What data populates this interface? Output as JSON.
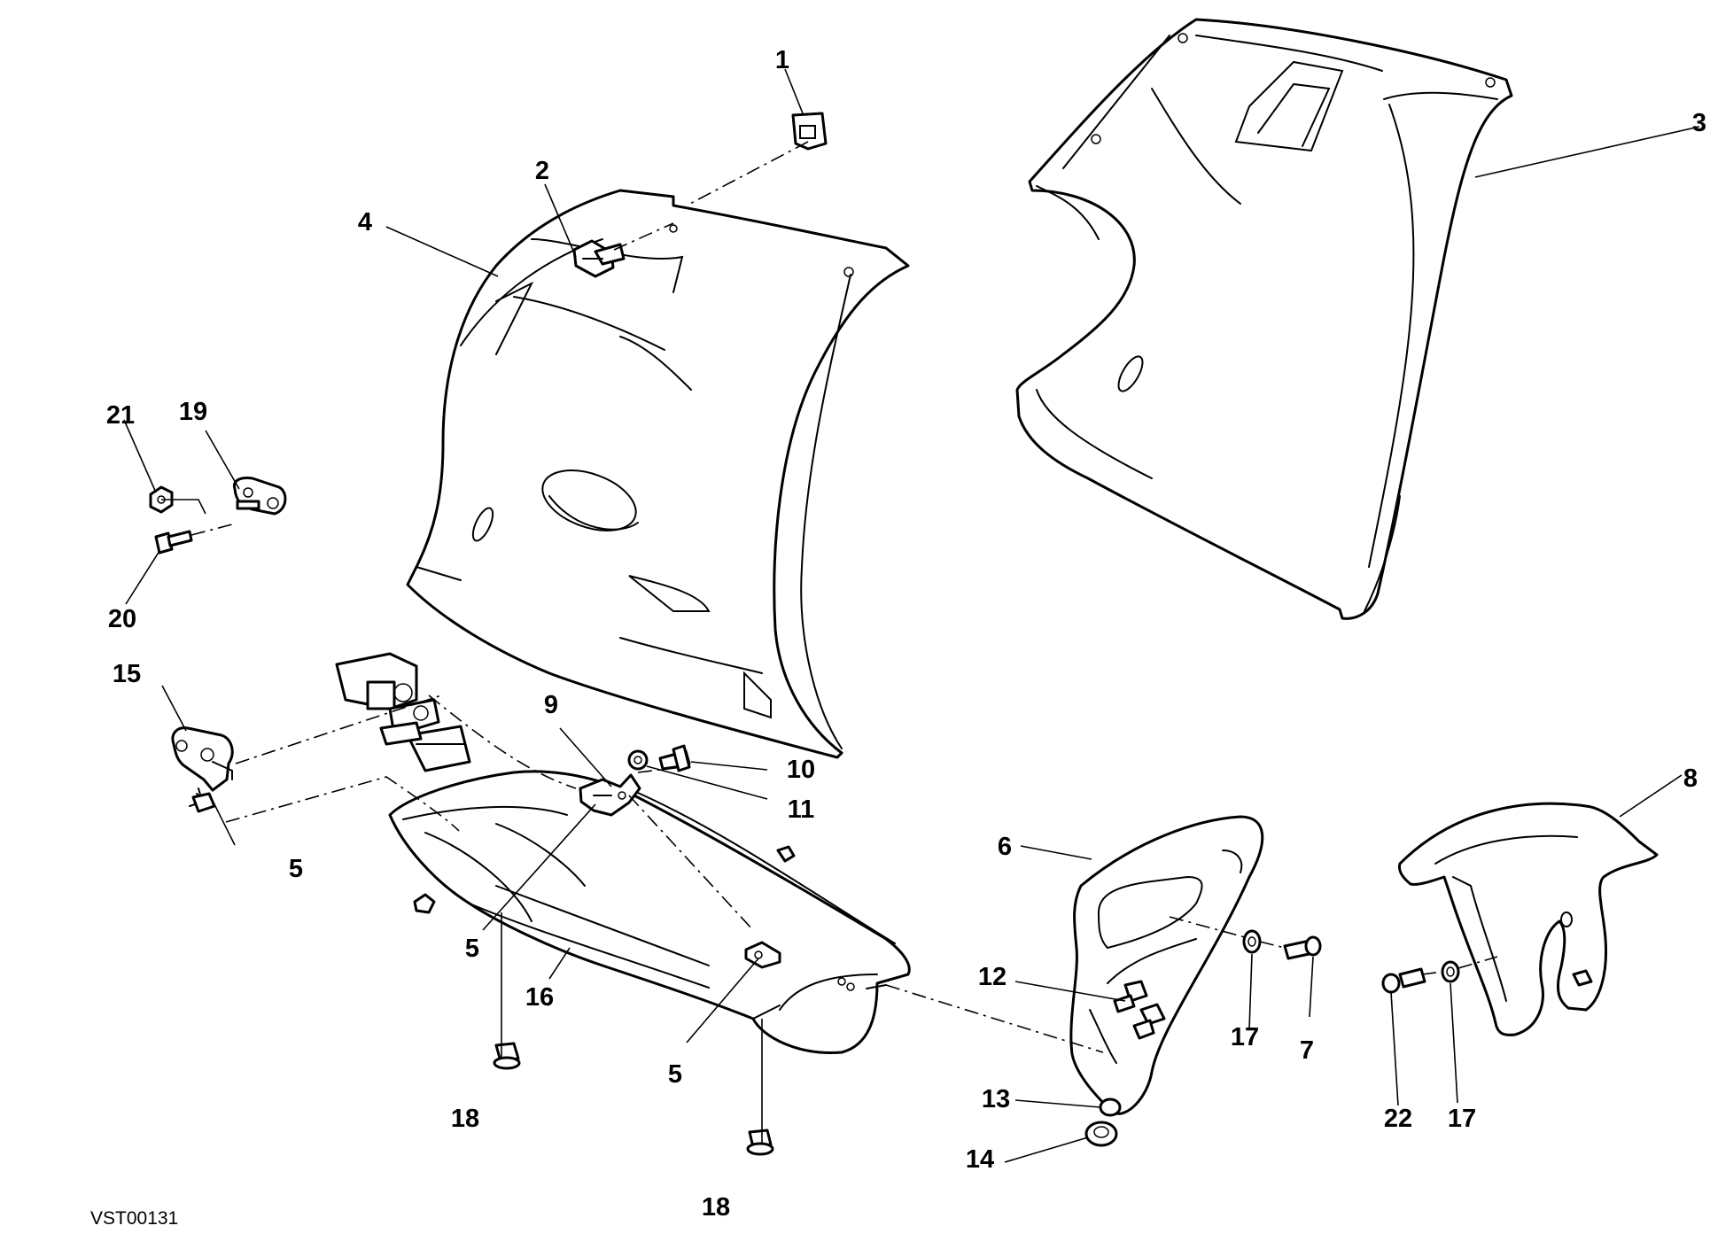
{
  "diagram": {
    "figure_code": "VST00131",
    "callouts": [
      {
        "id": "c1",
        "label": "1"
      },
      {
        "id": "c2",
        "label": "2"
      },
      {
        "id": "c3",
        "label": "3"
      },
      {
        "id": "c4",
        "label": "4"
      },
      {
        "id": "c5a",
        "label": "5"
      },
      {
        "id": "c5b",
        "label": "5"
      },
      {
        "id": "c5c",
        "label": "5"
      },
      {
        "id": "c6",
        "label": "6"
      },
      {
        "id": "c7",
        "label": "7"
      },
      {
        "id": "c8",
        "label": "8"
      },
      {
        "id": "c9",
        "label": "9"
      },
      {
        "id": "c10",
        "label": "10"
      },
      {
        "id": "c11",
        "label": "11"
      },
      {
        "id": "c12",
        "label": "12"
      },
      {
        "id": "c13",
        "label": "13"
      },
      {
        "id": "c14",
        "label": "14"
      },
      {
        "id": "c15",
        "label": "15"
      },
      {
        "id": "c16",
        "label": "16"
      },
      {
        "id": "c17a",
        "label": "17"
      },
      {
        "id": "c17b",
        "label": "17"
      },
      {
        "id": "c18a",
        "label": "18"
      },
      {
        "id": "c18b",
        "label": "18"
      },
      {
        "id": "c19",
        "label": "19"
      },
      {
        "id": "c20",
        "label": "20"
      },
      {
        "id": "c21",
        "label": "21"
      },
      {
        "id": "c22",
        "label": "22"
      }
    ]
  }
}
